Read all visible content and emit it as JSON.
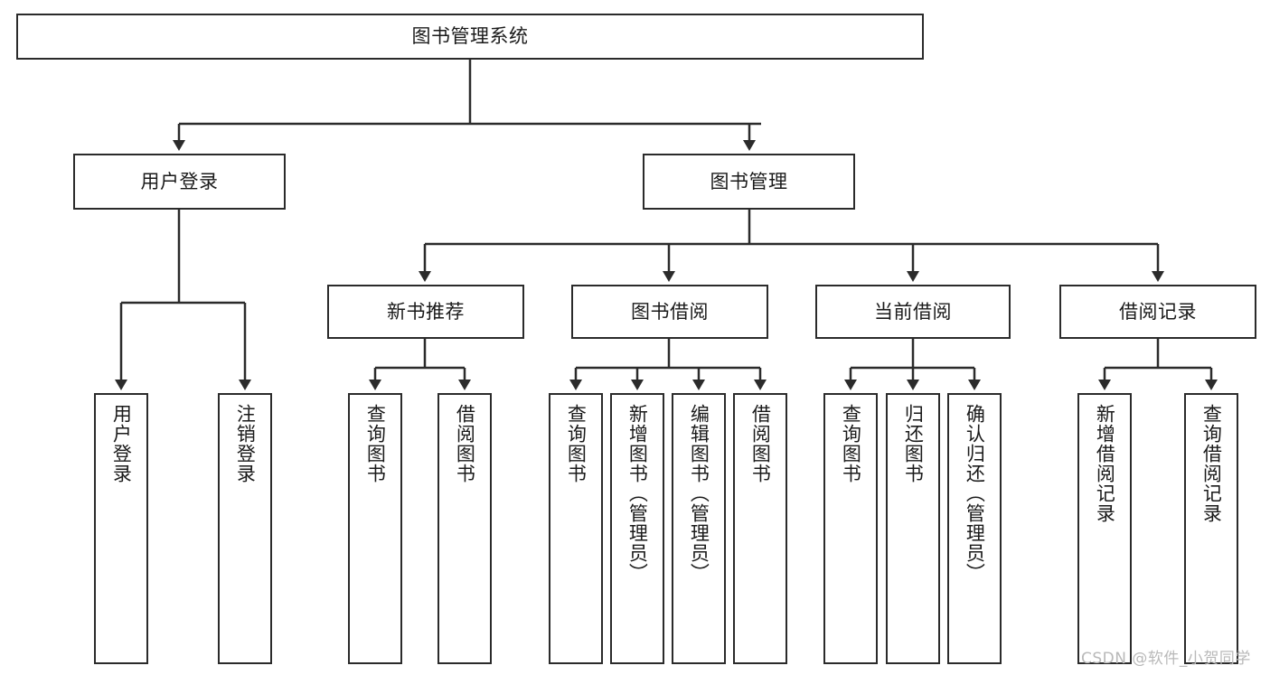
{
  "diagram": {
    "title": "图书管理系统",
    "type": "tree-hierarchy",
    "watermark": "CSDN @软件_小贺同学",
    "colors": {
      "stroke": "#2b2b2b",
      "fill": "#ffffff",
      "text": "#1a1a1a",
      "watermark": "#b9b9b9",
      "background": "#ffffff"
    },
    "nodes": {
      "root": {
        "label": "图书管理系统"
      },
      "level2": [
        {
          "label": "用户登录"
        },
        {
          "label": "图书管理"
        }
      ],
      "level3": [
        {
          "label": "新书推荐"
        },
        {
          "label": "图书借阅"
        },
        {
          "label": "当前借阅"
        },
        {
          "label": "借阅记录"
        }
      ],
      "leaves": {
        "user_login": [
          {
            "label": "用户登录"
          },
          {
            "label": "注销登录"
          }
        ],
        "new_book": [
          {
            "label": "查询图书"
          },
          {
            "label": "借阅图书"
          }
        ],
        "book_borrow": [
          {
            "label": "查询图书"
          },
          {
            "label": "新增图书（管理员）"
          },
          {
            "label": "编辑图书（管理员）"
          },
          {
            "label": "借阅图书"
          }
        ],
        "current_borrow": [
          {
            "label": "查询图书"
          },
          {
            "label": "归还图书"
          },
          {
            "label": "确认归还（管理员）"
          }
        ],
        "borrow_record": [
          {
            "label": "新增借阅记录"
          },
          {
            "label": "查询借阅记录"
          }
        ]
      }
    }
  }
}
